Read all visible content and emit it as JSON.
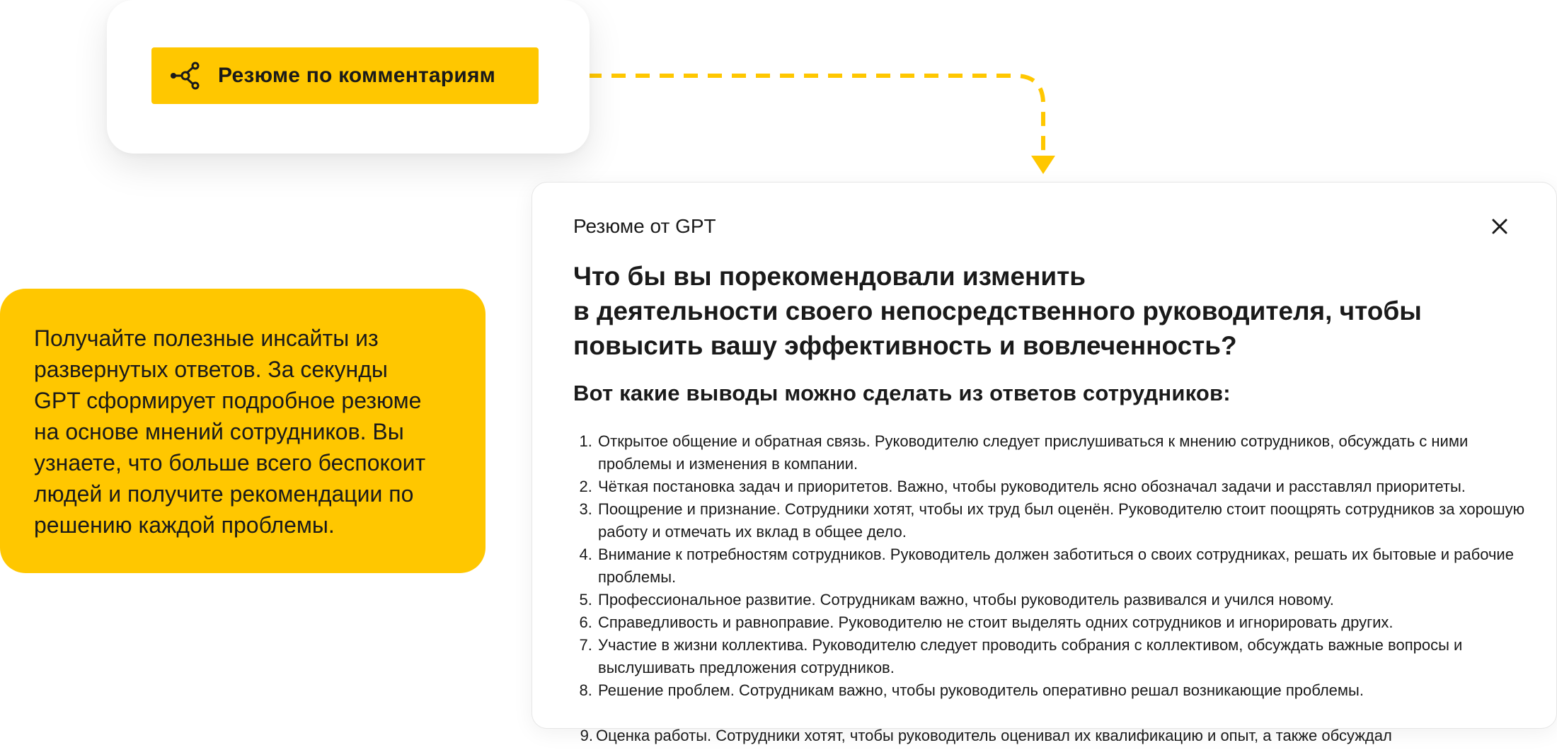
{
  "colors": {
    "accent": "#FFC700",
    "text": "#1a1a1a",
    "background": "#ffffff"
  },
  "summary_button": {
    "icon": "network-nodes-icon",
    "label": "Резюме по комментариям"
  },
  "info_card": {
    "text": "Получайте полезные инсайты из развернутых ответов. За секунды GPT сформирует подробное резюме на основе мнений сотрудников. Вы узнаете, что больше всего беспокоит людей и получите рекомендации по решению каждой проблемы.",
    "lines": [
      "Получайте полезные инсайты из",
      "развернутых ответов. За секунды",
      "GPT сформирует подробное резюме",
      "на основе мнений сотрудников. Вы",
      "узнаете, что больше всего беспокоит",
      "людей и получите рекомендации по",
      "решению каждой проблемы."
    ]
  },
  "modal": {
    "title": "Резюме от GPT",
    "close_icon": "close-icon",
    "question_lines": [
      "Что бы вы порекомендовали изменить",
      "в деятельности своего непосредственного руководителя, чтобы",
      "повысить вашу эффективность и вовлеченность?"
    ],
    "answers_heading": "Вот какие выводы можно сделать из ответов сотрудников:",
    "items": [
      "Открытое общение и обратная связь. Руководителю следует прислушиваться к мнению сотрудников, обсуждать с ними проблемы и изменения в компании.",
      "Чёткая постановка задач и приоритетов. Важно, чтобы руководитель ясно обозначал задачи и расставлял приоритеты.",
      "Поощрение и признание. Сотрудники хотят, чтобы их труд был оценён. Руководителю стоит поощрять сотрудников за хорошую работу и отмечать их вклад в общее дело.",
      "Внимание к потребностям сотрудников. Руководитель должен заботиться о своих сотрудниках, решать их бытовые и рабочие проблемы.",
      "Профессиональное развитие. Сотрудникам важно, чтобы руководитель развивался и учился новому.",
      "Справедливость и равноправие. Руководителю не стоит выделять одних сотрудников и игнорировать других.",
      "Участие в жизни коллектива. Руководителю следует проводить собрания с коллективом, обсуждать важные вопросы и выслушивать предложения сотрудников.",
      "Решение проблем. Сотрудникам важно, чтобы руководитель оперативно решал возникающие проблемы."
    ],
    "overflow_item_number": "9.",
    "overflow_item": "Оценка работы. Сотрудники хотят, чтобы руководитель оценивал их квалификацию и опыт, а также обсуждал"
  }
}
